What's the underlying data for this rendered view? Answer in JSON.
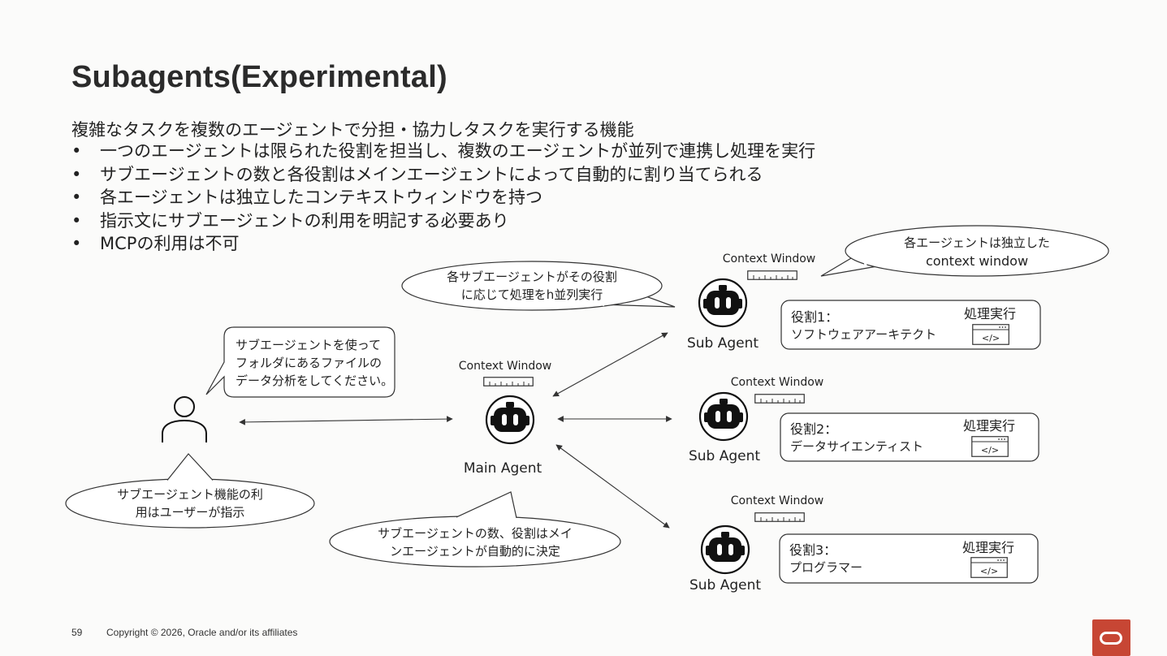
{
  "title": "Subagents(Experimental)",
  "lead": "複雑なタスクを複数のエージェントで分担・協力しタスクを実行する機能",
  "bullets": [
    "一つのエージェントは限られた役割を担当し、複数のエージェントが並列で連携し処理を実行",
    "サブエージェントの数と各役割はメインエージェントによって自動的に割り当てられる",
    "各エージェントは独立したコンテキストウィンドウを持つ",
    "指示文にサブエージェントの利用を明記する必要あり",
    "MCPの利用は不可"
  ],
  "diagram": {
    "user_bubble": [
      "サブエージェントを使って",
      "フォルダにあるファイルの",
      "データ分析をしてください。"
    ],
    "user_note": [
      "サブエージェント機能の利",
      "用はユーザーが指示"
    ],
    "main_agent_label": "Main Agent",
    "context_window_label": "Context Window",
    "parallel_note": [
      "各サブエージェントがその役割",
      "に応じて処理をh並列実行"
    ],
    "assign_note": [
      "サブエージェントの数、役割はメイ",
      "ンエージェントが自動的に決定"
    ],
    "independent_note": [
      "各エージェントは独立した",
      "context window"
    ],
    "sub_agent_label": "Sub Agent",
    "exec_label": "処理実行",
    "code_glyph": "</>",
    "roles": [
      {
        "title": "役割1：",
        "name": "ソフトウェアアーキテクト"
      },
      {
        "title": "役割2：",
        "name": "データサイエンティスト"
      },
      {
        "title": "役割3：",
        "name": "プログラマー"
      }
    ]
  },
  "footer": {
    "page_number": "59",
    "copyright": "Copyright © 2026, Oracle and/or its affiliates"
  },
  "colors": {
    "background": "#fbfbfa",
    "logo": "#c74634",
    "line": "#333333"
  },
  "icons": {
    "user": "person-outline-icon",
    "agent": "robot-icon",
    "context": "ruler-icon",
    "code": "code-window-icon",
    "logo": "oracle-logo-icon"
  }
}
